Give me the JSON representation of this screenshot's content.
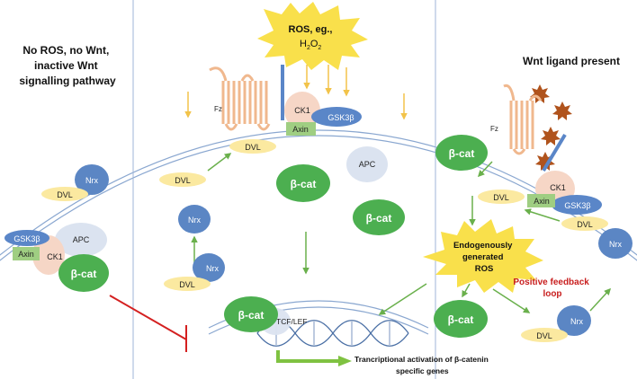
{
  "panel_left": {
    "title_lines": [
      "No ROS, no Wnt,",
      "inactive Wnt",
      "signalling pathway"
    ]
  },
  "panel_middle": {
    "ros_lines": [
      "ROS, eg.,",
      "H",
      "2",
      "O",
      "2"
    ]
  },
  "panel_right": {
    "title": "Wnt ligand present",
    "feedback_lines": [
      "Positive feedback",
      "loop"
    ],
    "burst_lines": [
      "Endogenously",
      "generated",
      "ROS"
    ]
  },
  "labels": {
    "nrx": "Nrx",
    "dvl": "DVL",
    "apc": "APC",
    "gsk": "GSK3β",
    "axin": "Axin",
    "ck1": "CK1",
    "bcat": "β-cat",
    "fz": "Fz",
    "tcf": "TCF/LEF"
  },
  "nucleus": {
    "caption_lines": [
      "Trancriptional activation of β-catenin",
      "specific genes"
    ]
  },
  "colors": {
    "bcat_green": "#4caf50",
    "nrx_blue": "#5b86c4",
    "dvl_yellow": "#fbe9a0",
    "apc_blue": "#dbe3f0",
    "ck1_peach": "#f6d6c6",
    "axin_green": "#9fce82",
    "gsk_blue": "#5a86c8",
    "membrane_blue": "#8aa7d0",
    "arrow_green": "#6ab04c",
    "ros_yellow": "#f9e04b",
    "inhibit_red": "#d42020",
    "fz_orange": "#f0b88e"
  },
  "icons": [
    "wnt-ligand-star-icon",
    "ros-burst-icon",
    "inhibition-bar-icon"
  ]
}
